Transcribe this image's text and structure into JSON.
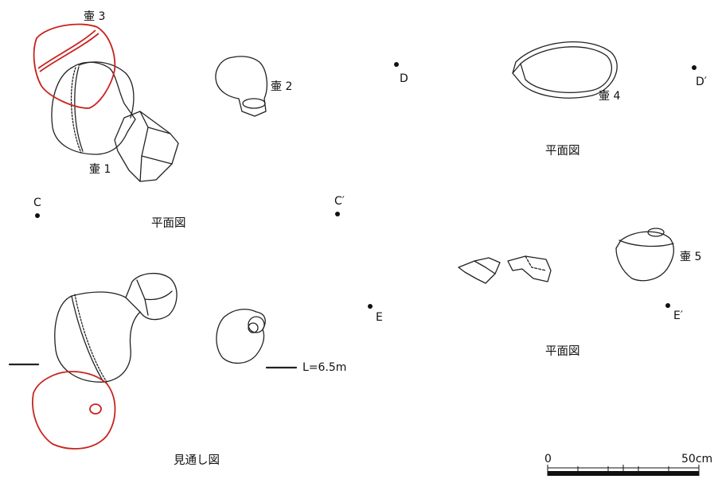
{
  "labels": {
    "pot3": "壷 3",
    "pot2": "壷 2",
    "pot1": "壷 1",
    "pot4": "壷 4",
    "pot5": "壷 5",
    "point_c": "C",
    "point_c_prime": "C′",
    "point_d": "D",
    "point_d_prime": "D′",
    "point_e": "E",
    "point_e_prime": "E′",
    "plan_view_top_left": "平面図",
    "plan_view_top_right": "平面図",
    "plan_view_bottom_right": "平面図",
    "sightline_view": "見通し図",
    "level": "L=6.5m",
    "scale_min": "0",
    "scale_max": "50cm"
  },
  "colors": {
    "line": "#222222",
    "red_outline": "#c8231e"
  }
}
